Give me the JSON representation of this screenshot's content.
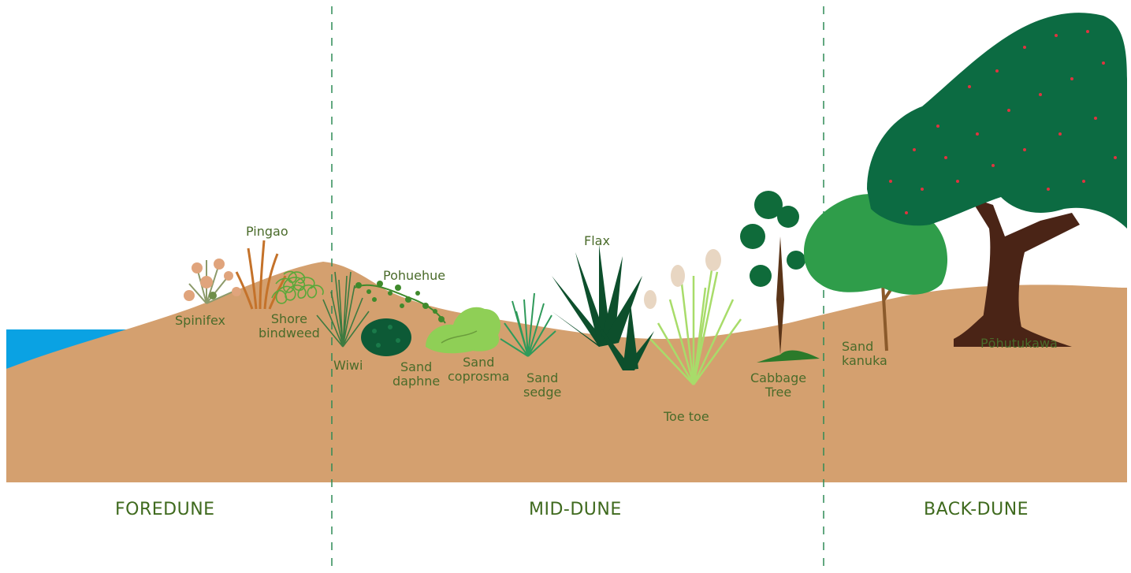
{
  "zones": {
    "foredune": "FOREDUNE",
    "middune": "MID-DUNE",
    "backdune": "BACK-DUNE"
  },
  "plants": {
    "spinifex": "Spinifex",
    "pingao": "Pingao",
    "shore_bindweed": [
      "Shore",
      "bindweed"
    ],
    "pohuehue": "Pohuehue",
    "wiwi": "Wiwi",
    "sand_daphne": [
      "Sand",
      "daphne"
    ],
    "sand_coprosma": [
      "Sand",
      "coprosma"
    ],
    "sand_sedge": [
      "Sand",
      "sedge"
    ],
    "flax": "Flax",
    "toe_toe": "Toe toe",
    "cabbage_tree": [
      "Cabbage",
      "Tree"
    ],
    "sand_kanuka": [
      "Sand",
      "kanuka"
    ],
    "pohutukawa": "Pōhutukawa"
  },
  "colors": {
    "sand": "#d4a06f",
    "sea": "#0aa2e3",
    "divider": "#2e8b57",
    "label": "#4a6b2a",
    "dark_green": "#0b5b37",
    "mid_green": "#2e9b46",
    "light_green": "#9ed65a",
    "trunk": "#4a2416"
  }
}
